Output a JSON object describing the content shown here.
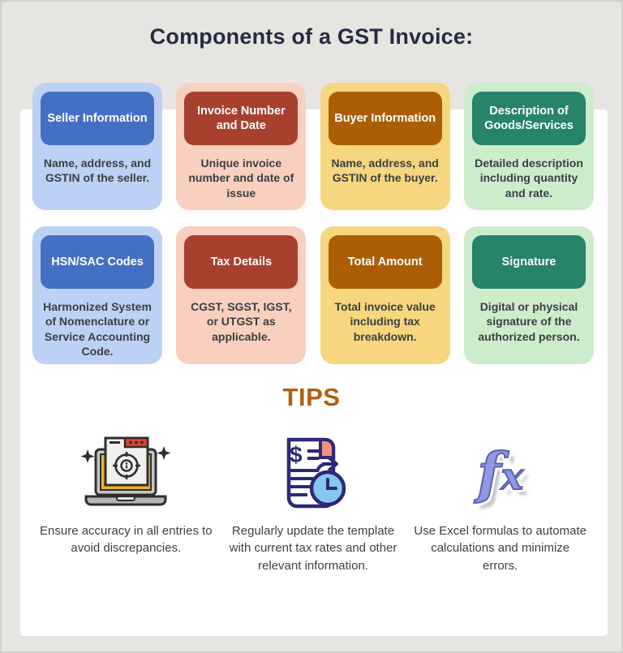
{
  "title": "Components of a GST Invoice:",
  "cards": [
    {
      "header": "Seller Information",
      "body": "Name, address, and GSTIN of the seller.",
      "bg": "#bdd0f5",
      "header_bg": "#4470c4"
    },
    {
      "header": "Invoice Number and Date",
      "body": "Unique invoice number and date of issue",
      "bg": "#f9cfc0",
      "header_bg": "#a8402e"
    },
    {
      "header": "Buyer Information",
      "body": "Name, address, and GSTIN of the buyer.",
      "bg": "#f6d67e",
      "header_bg": "#ab5e06"
    },
    {
      "header": "Description of Goods/Services",
      "body": "Detailed description including quantity and rate.",
      "bg": "#cdeccb",
      "header_bg": "#27836a"
    },
    {
      "header": "HSN/SAC Codes",
      "body": "Harmonized System of Nomenclature or Service Accounting Code.",
      "bg": "#bdd0f5",
      "header_bg": "#4470c4"
    },
    {
      "header": "Tax Details",
      "body": "CGST, SGST, IGST, or UTGST as applicable.",
      "bg": "#f9cfc0",
      "header_bg": "#a8402e"
    },
    {
      "header": "Total Amount",
      "body": "Total invoice value including tax breakdown.",
      "bg": "#f6d67e",
      "header_bg": "#ab5e06"
    },
    {
      "header": "Signature",
      "body": "Digital or physical signature of the authorized person.",
      "bg": "#cdeccb",
      "header_bg": "#27836a"
    }
  ],
  "tips": {
    "heading": "TIPS",
    "items": [
      {
        "icon": "laptop-target-icon",
        "text": "Ensure accuracy in all entries to avoid discrepancies."
      },
      {
        "icon": "invoice-clock-icon",
        "text": "Regularly update the template with current tax rates and other relevant information."
      },
      {
        "icon": "fx-formula-icon",
        "text": "Use Excel formulas to automate calculations and minimize errors."
      }
    ],
    "fx_f": "f",
    "fx_x": "x"
  },
  "colors": {
    "page_bg": "#e7e5e2",
    "panel_bg": "#ffffff",
    "title_text": "#232c42",
    "tips_heading": "#b06010",
    "card_body_text": "#3c3e44",
    "blue_light": "#bdd0f5",
    "blue_dark": "#4470c4",
    "red_light": "#f9cfc0",
    "red_dark": "#a8402e",
    "gold_light": "#f6d67e",
    "gold_dark": "#ab5e06",
    "green_light": "#cdeccb",
    "green_dark": "#27836a",
    "fx_purple": "#9099e3",
    "clock_blue": "#85c8ef",
    "fold_salmon": "#f2917e",
    "icon_navy": "#2e2878",
    "screen_yellow": "#f2b42d",
    "accent_red": "#e64230"
  }
}
